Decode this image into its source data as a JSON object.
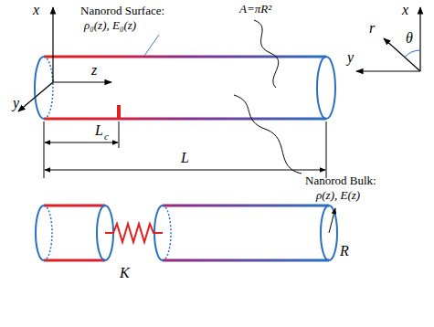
{
  "diagram": {
    "labels": [
      "Nanorod Surface:",
      "ρ₀(z), E₀(z)",
      "A=πR²",
      "x",
      "z",
      "y",
      "x",
      "y",
      "r",
      "θ",
      "L",
      "c",
      "L",
      "Nanorod Bulk:",
      "ρ(z), E(z)",
      "K",
      "R"
    ]
  }
}
